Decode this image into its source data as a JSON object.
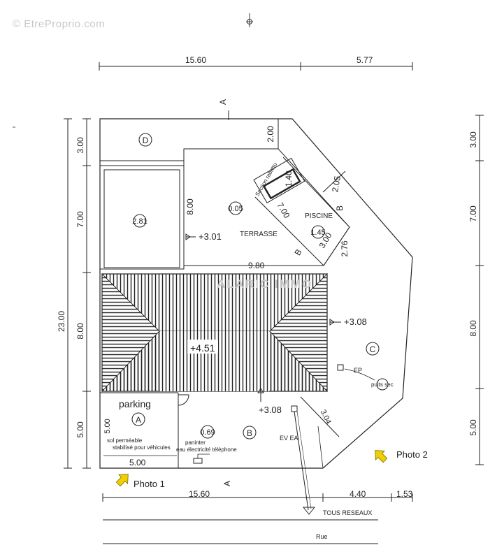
{
  "watermark": "© EtreProprio.com",
  "brand_watermark": "ALARIC IMMO",
  "dimensions": {
    "top_left": "15.60",
    "top_right": "5.77",
    "left_total": "23.00",
    "left_3": "3.00",
    "left_7": "7.00",
    "left_8": "8.00",
    "left_5": "5.00",
    "right_3": "3.00",
    "right_7": "7.00",
    "right_8": "8.00",
    "right_5": "5.00",
    "bottom_left": "15.60",
    "bottom_mid": "4.40",
    "bottom_right": "1.53",
    "d_200": "2.00",
    "d_800": "8.00",
    "d_205": "2.05",
    "d_140": "1.40",
    "d_700": "7.00",
    "d_300": "3.00",
    "d_276": "2.76",
    "d_980": "9.80",
    "d_304": "3.04",
    "parking_w": "5.00",
    "parking_h": "5.00"
  },
  "section_marks": {
    "a": "A",
    "b": "B"
  },
  "zones": {
    "d": "D",
    "c": "C",
    "b": "B",
    "a": "A"
  },
  "levels": {
    "l_281": "2.81",
    "l_005": "0.05",
    "l_145": "1.45",
    "l_069": "0.69",
    "l_301": "+3.01",
    "l_308_right": "+3.08",
    "l_451": "+4.51",
    "l_308_bottom": "+3.08"
  },
  "labels": {
    "terrasse": "TERRASSE",
    "piscine": "PISCINE",
    "section_rabattu": "Section rabattu",
    "parking": "parking",
    "sol_1": "sol perméable",
    "sol_2": "stabilisé pour véhicules",
    "paninter": "paninter",
    "eau": "eau électricité téléphone",
    "ep": "EP",
    "puits": "puits sec",
    "ev_ea": "EV EA",
    "tous_reseaux": "TOUS RESEAUX",
    "rue": "Rue",
    "photo_1": "Photo 1",
    "photo_2": "Photo 2"
  },
  "colors": {
    "ink": "#222222",
    "arrow": "#f0d000",
    "arrow_edge": "#7a6a00",
    "watermark": "#c8c8c8"
  }
}
